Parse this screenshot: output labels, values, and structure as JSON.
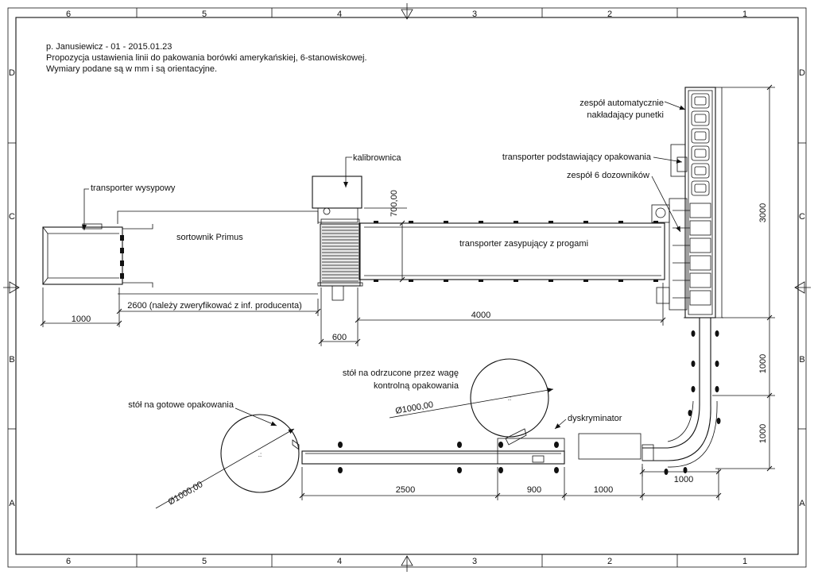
{
  "grid": {
    "columns": [
      "6",
      "5",
      "4",
      "3",
      "2",
      "1"
    ],
    "rows": [
      "D",
      "C",
      "B",
      "A"
    ]
  },
  "header": {
    "line1": "p. Janusiewicz - 01 - 2015.01.23",
    "line2": "Propozycja ustawienia linii do pakowania borówki amerykańskiej, 6-stanowiskowej.",
    "line3": "Wymiary podane są w mm i są orientacyjne."
  },
  "labels": {
    "kalibrownica": "kalibrownica",
    "transporter_wysypowy": "transporter wysypowy",
    "sortownik": "sortownik Primus",
    "transporter_zasypujacy": "transporter zasypujący z progami",
    "zespol_punetki_1": "zespół automatycznie",
    "zespol_punetki_2": "nakładający punetki",
    "transporter_podstawiajacy": "transporter podstawiający opakowania",
    "dozowniki": "zespół 6 dozowników",
    "stol_odrzucone_1": "stół na odrzucone przez wagę",
    "stol_odrzucone_2": "kontrolną opakowania",
    "dyskryminator": "dyskryminator",
    "stol_gotowe": "stół na gotowe opakowania"
  },
  "dimensions": {
    "d1000_left": "1000",
    "d2600": "2600 (należy zweryfikować z inf. producenta)",
    "d600": "600",
    "d4000": "4000",
    "d700": "700,00",
    "d3000": "3000",
    "d1000_v1": "1000",
    "d1000_v2": "1000",
    "d1000_h": "1000",
    "d2500": "2500",
    "d900": "900",
    "d1000_bottom": "1000",
    "dia_right": "Ø1000,00",
    "dia_left": "Ø1000,00"
  }
}
